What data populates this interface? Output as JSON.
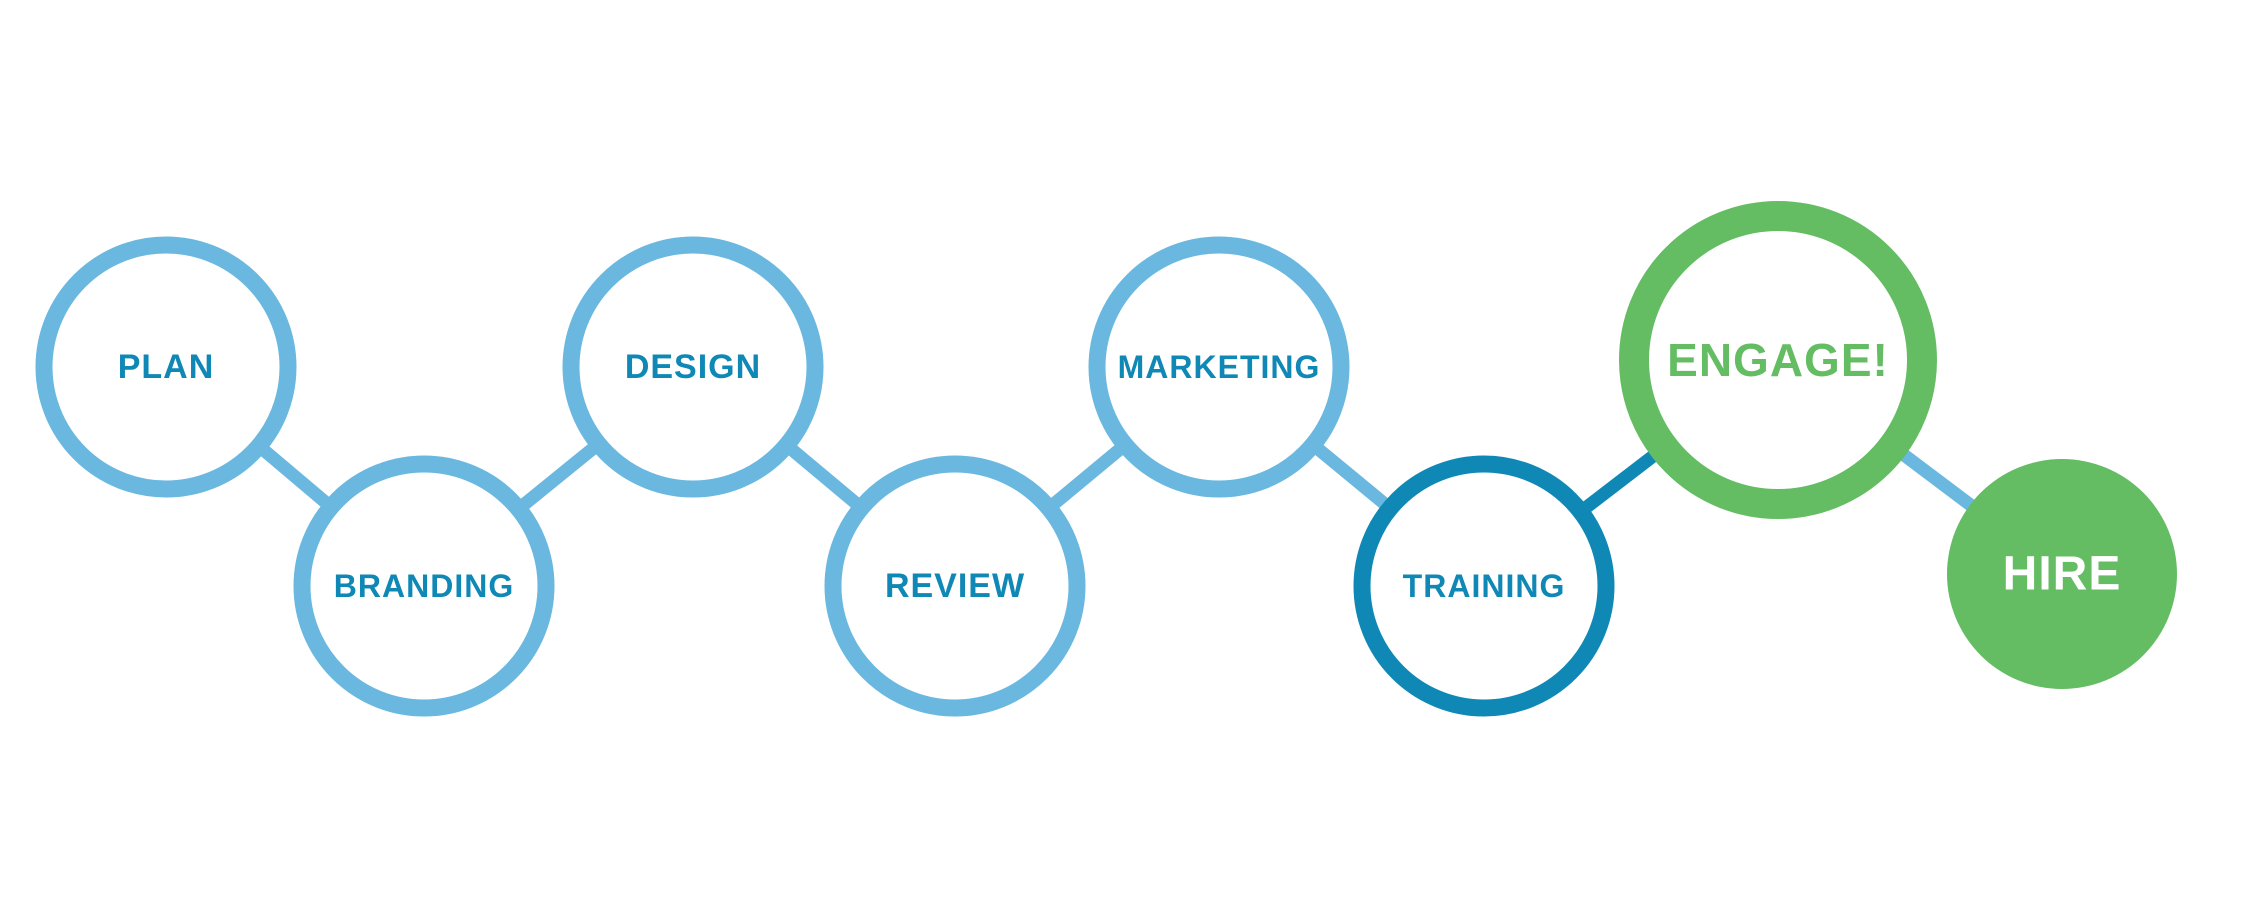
{
  "colors": {
    "light_blue": "#6ab8e0",
    "dark_blue": "#0f88b5",
    "green": "#64bd63",
    "white": "#ffffff"
  },
  "steps": [
    {
      "label": "PLAN",
      "style": "outline",
      "stroke": "light_blue",
      "text": "dark_blue"
    },
    {
      "label": "BRANDING",
      "style": "outline",
      "stroke": "light_blue",
      "text": "dark_blue"
    },
    {
      "label": "DESIGN",
      "style": "outline",
      "stroke": "light_blue",
      "text": "dark_blue"
    },
    {
      "label": "REVIEW",
      "style": "outline",
      "stroke": "light_blue",
      "text": "dark_blue"
    },
    {
      "label": "MARKETING",
      "style": "outline",
      "stroke": "light_blue",
      "text": "dark_blue"
    },
    {
      "label": "TRAINING",
      "style": "outline",
      "stroke": "dark_blue",
      "text": "dark_blue"
    },
    {
      "label": "ENGAGE!",
      "style": "outline",
      "stroke": "green",
      "text": "green"
    },
    {
      "label": "HIRE",
      "style": "filled",
      "stroke": "green",
      "text": "white"
    }
  ],
  "connectors": [
    {
      "from": 0,
      "to": 1,
      "color": "light_blue"
    },
    {
      "from": 1,
      "to": 2,
      "color": "light_blue"
    },
    {
      "from": 2,
      "to": 3,
      "color": "light_blue"
    },
    {
      "from": 3,
      "to": 4,
      "color": "light_blue"
    },
    {
      "from": 4,
      "to": 5,
      "color": "light_blue"
    },
    {
      "from": 5,
      "to": 6,
      "color": "dark_blue"
    },
    {
      "from": 6,
      "to": 7,
      "color": "light_blue"
    }
  ]
}
